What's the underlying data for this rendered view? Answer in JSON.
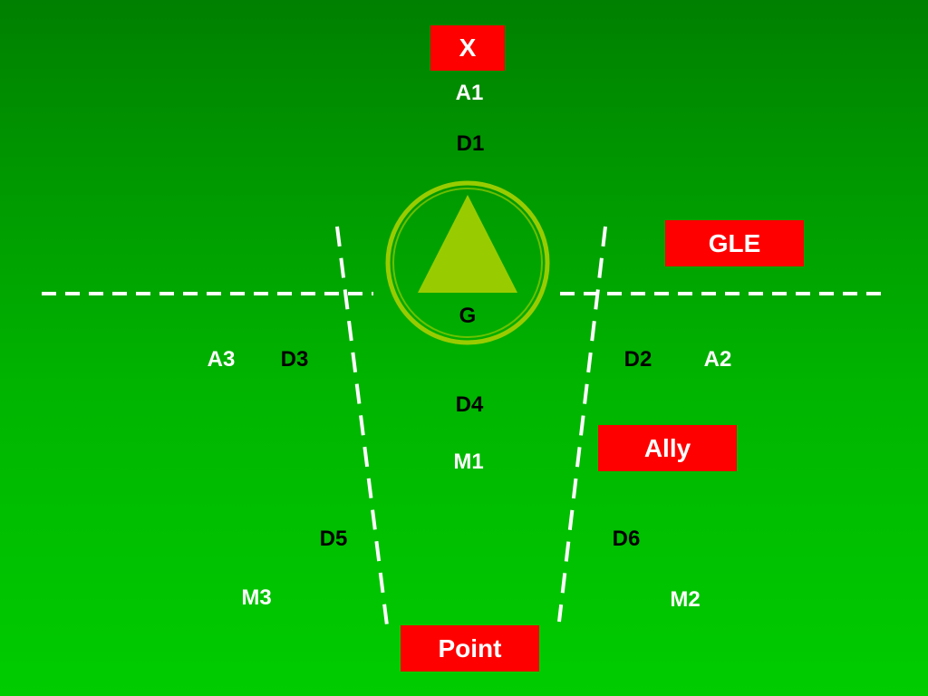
{
  "colors": {
    "field_top": "#008000",
    "field_bottom": "#00cc00",
    "box_fill": "#ff0000",
    "circle": "#99cc00",
    "triangle": "#99cc00",
    "dash_line": "#ffffff"
  },
  "boxes": {
    "x": "X",
    "gle": "GLE",
    "ally": "Ally",
    "point": "Point"
  },
  "players": {
    "a1": "A1",
    "d1": "D1",
    "g": "G",
    "a3": "A3",
    "d3": "D3",
    "d2": "D2",
    "a2": "A2",
    "d4": "D4",
    "m1": "M1",
    "d5": "D5",
    "d6": "D6",
    "m3": "M3",
    "m2": "M2"
  }
}
